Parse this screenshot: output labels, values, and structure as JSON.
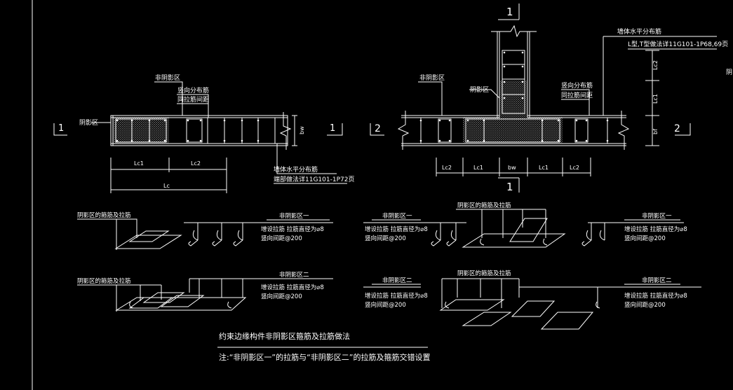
{
  "colors": {
    "bg": "#000000",
    "line": "#ffffff",
    "dim": "#ffffff",
    "hatch": "#bbbbbb"
  },
  "left_wall": {
    "section_mark_left": "1",
    "section_mark_right": "1",
    "shadow_zone": "阴影区",
    "non_shadow_zone": "非阴影区",
    "vertical_bar": "竖向分布筋",
    "tie_spec": "同拉筋间距",
    "bw": "bw",
    "horizontal_bar": "墙体水平分布筋",
    "ref_note": "端部做法详11G101-1P72页",
    "dim_lc1": "Lc1",
    "dim_lc2": "Lc2",
    "dim_lc": "Lc"
  },
  "t_wall": {
    "section_top": "1",
    "section_bottom": "1",
    "section_left": "2",
    "section_right": "2",
    "horizontal_bar": "墙体水平分布筋",
    "ref_note": "L型,T型做法详11G101-1P68,69页",
    "non_shadow_zone": "非阴影区",
    "shadow_zone": "阴影区",
    "vertical_bar": "竖向分布筋",
    "tie_spec": "同拉筋间距",
    "dim_lc2_left": "Lc2",
    "dim_lc1_left": "Lc1",
    "dim_bw": "bw",
    "dim_lc1_right": "Lc1",
    "dim_lc2_right": "Lc2",
    "dim_v_lc2": "Lc2",
    "dim_v_lc1": "Lc1",
    "dim_v_bf": "bf"
  },
  "details": {
    "d1_shadow": "阴影区的箍筋及拉筋",
    "d1_zone": "非阴影区一",
    "d1_tie1": "增设拉筋 拉筋直径为⌀8",
    "d1_tie2": "竖向间距@200",
    "d2_shadow": "阴影区的箍筋及拉筋",
    "d2_zone": "非阴影区二",
    "d2_tie1": "增设拉筋 拉筋直径为⌀8",
    "d2_tie2": "竖向间距@200",
    "d3_left_zone": "非阴影区一",
    "d3_left_tie1": "增设拉筋 拉筋直径为⌀8",
    "d3_left_tie2": "竖向间距@200",
    "d3_shadow": "阴影区的箍筋及拉筋",
    "d3_right_zone": "非阴影区一",
    "d3_right_tie1": "增设拉筋 拉筋直径为⌀8",
    "d3_right_tie2": "竖向间距@200",
    "d4_left_zone": "非阴影区二",
    "d4_left_tie1": "增设拉筋 拉筋直径为⌀8",
    "d4_left_tie2": "竖向间距@200",
    "d4_shadow": "阴影区的箍筋及拉筋",
    "d4_right_zone": "非阴影区二",
    "d4_right_tie1": "增设拉筋 拉筋直径为⌀8",
    "d4_right_tie2": "竖向间距@200"
  },
  "footer": {
    "title": "约束边缘构件非阴影区箍筋及拉筋做法",
    "note": "注:“非阴影区一”的拉筋与“非阴影区二”的拉筋及箍筋交错设置"
  },
  "edge_fragment": "阴"
}
